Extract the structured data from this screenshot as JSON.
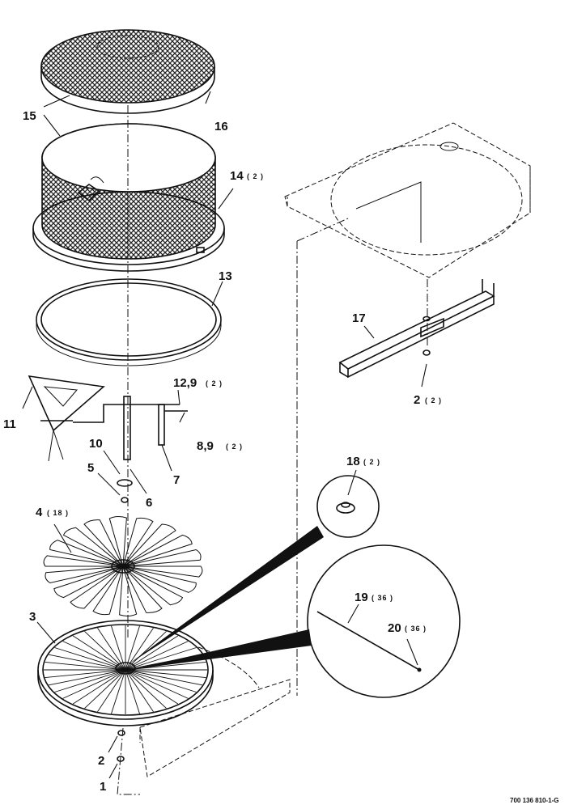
{
  "callouts": {
    "c1": "1",
    "c2a": "2",
    "c2b": "2",
    "c2b_qty": "( 2 )",
    "c3": "3",
    "c4": "4",
    "c4_qty": "( 18 )",
    "c5": "5",
    "c6": "6",
    "c7": "7",
    "c8": "8,9",
    "c8_qty": "( 2 )",
    "c10": "10",
    "c11": "11",
    "c12": "12,9",
    "c12_qty": "( 2 )",
    "c13": "13",
    "c14": "14",
    "c14_qty": "( 2 )",
    "c15": "15",
    "c16": "16",
    "c17": "17",
    "c18": "18",
    "c18_qty": "( 2 )",
    "c19": "19",
    "c19_qty": "( 36 )",
    "c20": "20",
    "c20_qty": "( 36 )"
  },
  "drawing_code": "700 136 810-1-G"
}
